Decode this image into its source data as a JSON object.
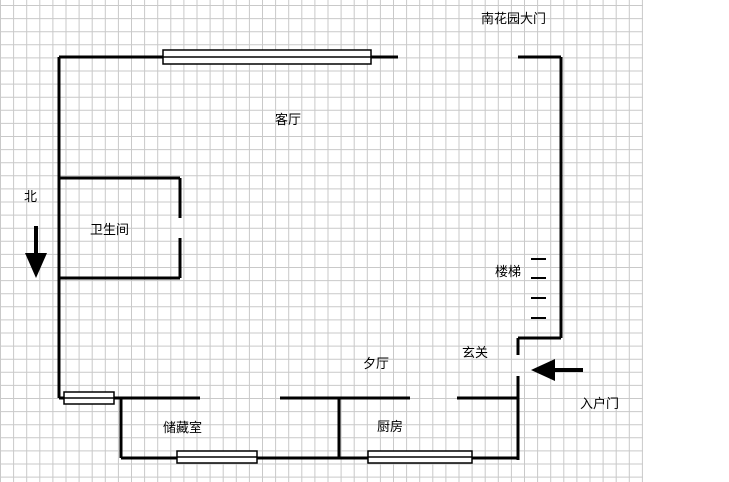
{
  "labels": {
    "south_garden_gate": "南花园大门",
    "living_room": "客厅",
    "north": "北",
    "bathroom": "卫生间",
    "stairs": "楼梯",
    "entrance_hall": "玄关",
    "dining_room": "夕厅",
    "entry_door": "入户门",
    "storage_room": "储藏室",
    "kitchen": "厨房"
  },
  "colors": {
    "grid": "#c9c9c9",
    "wall": "#000000",
    "window_fill": "#ffffff"
  }
}
